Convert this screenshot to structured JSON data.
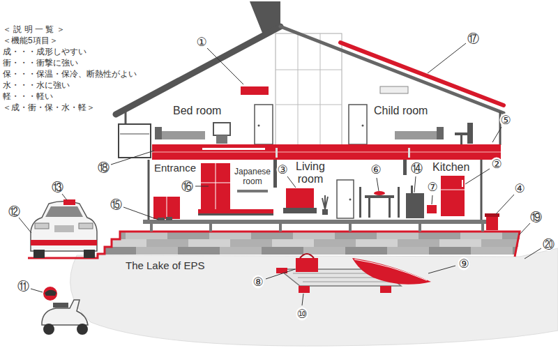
{
  "diagram": {
    "labels": [
      "＜ 説 明 一 覧 ＞",
      "＜機能5項目＞",
      "成・・・成形しやすい",
      "衝・・・衝撃に強い",
      "保・・・保温・保冷、断熱性がよい",
      "水・・・水に強い",
      "軽・・・軽い",
      "＜成・衝・保・水・軽＞",
      "Bed room",
      "Child room",
      "Entrance",
      "Japanese room",
      "Living room",
      "Kitchen",
      "The Lake of EPS",
      "①",
      "②",
      "③",
      "④",
      "⑤",
      "⑥",
      "⑦",
      "⑧",
      "⑨",
      "⑩",
      "⑪",
      "⑫",
      "⑬",
      "⑭",
      "⑮",
      "⑯",
      "⑰",
      "⑱",
      "⑲",
      "⑳"
    ]
  }
}
